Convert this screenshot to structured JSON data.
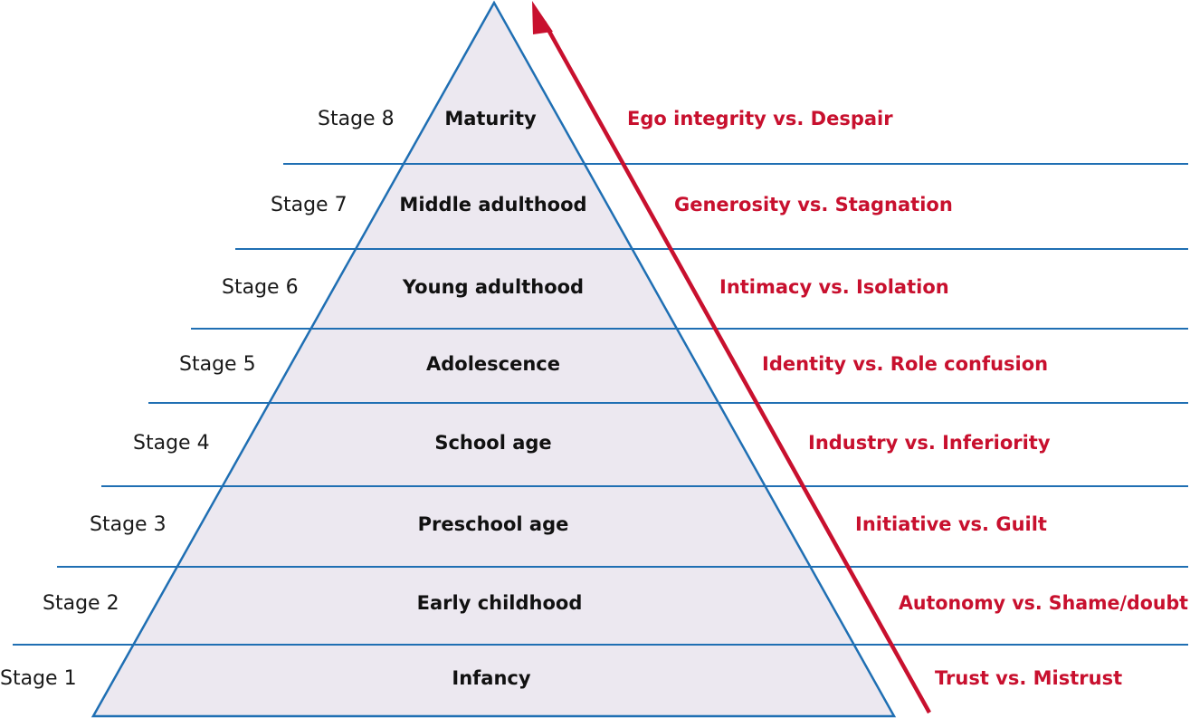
{
  "colors": {
    "pyramid_fill": "#ece8f0",
    "line": "#1f6fb3",
    "arrow": "#c8102e",
    "conflict_text": "#c8102e"
  },
  "stages": [
    {
      "stage": "Stage 1",
      "period": "Infancy",
      "conflict": "Trust vs. Mistrust"
    },
    {
      "stage": "Stage 2",
      "period": "Early childhood",
      "conflict": "Autonomy vs. Shame/doubt"
    },
    {
      "stage": "Stage 3",
      "period": "Preschool age",
      "conflict": "Initiative vs. Guilt"
    },
    {
      "stage": "Stage 4",
      "period": "School age",
      "conflict": "Industry vs. Inferiority"
    },
    {
      "stage": "Stage 5",
      "period": "Adolescence",
      "conflict": "Identity vs. Role confusion"
    },
    {
      "stage": "Stage 6",
      "period": "Young adulthood",
      "conflict": "Intimacy vs. Isolation"
    },
    {
      "stage": "Stage 7",
      "period": "Middle adulthood",
      "conflict": "Generosity vs. Stagnation"
    },
    {
      "stage": "Stage 8",
      "period": "Maturity",
      "conflict": "Ego integrity vs. Despair"
    }
  ]
}
